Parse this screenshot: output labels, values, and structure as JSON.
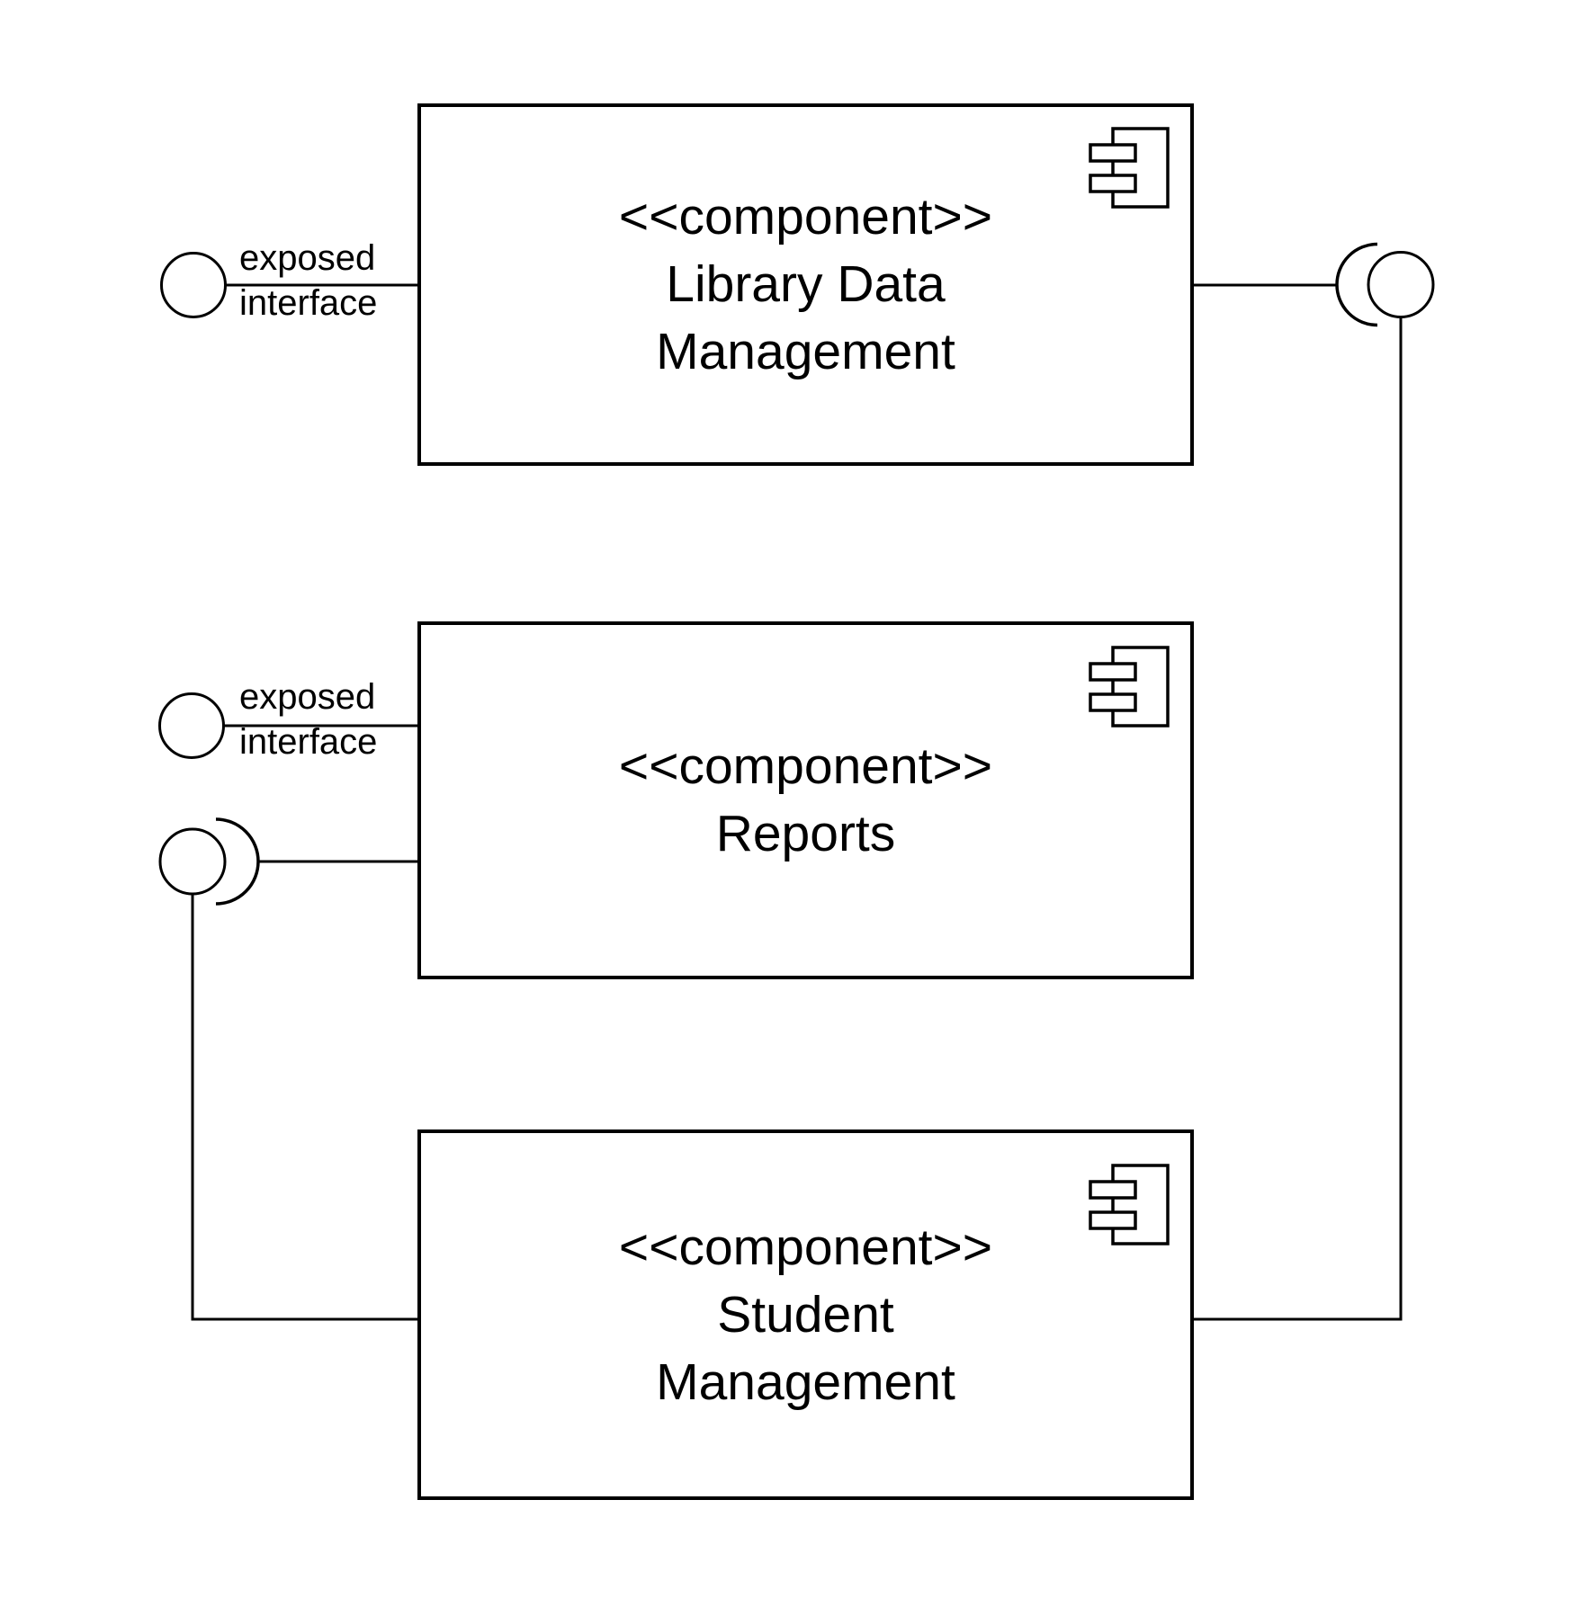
{
  "diagram": {
    "kind": "uml-component-diagram",
    "background_color": "#ffffff",
    "stroke_color": "#000000",
    "components": [
      {
        "stereotype": "<<component>>",
        "line1": "Library Data",
        "line2": "Management",
        "full_name": "Library Data Management"
      },
      {
        "stereotype": "<<component>>",
        "line1": "Reports",
        "full_name": "Reports"
      },
      {
        "stereotype": "<<component>>",
        "line1": "Student",
        "line2": "Management",
        "full_name": "Student Management"
      }
    ],
    "annotations": [
      {
        "line1": "exposed",
        "line2": "interface"
      },
      {
        "line1": "exposed",
        "line2": "interface"
      }
    ]
  }
}
